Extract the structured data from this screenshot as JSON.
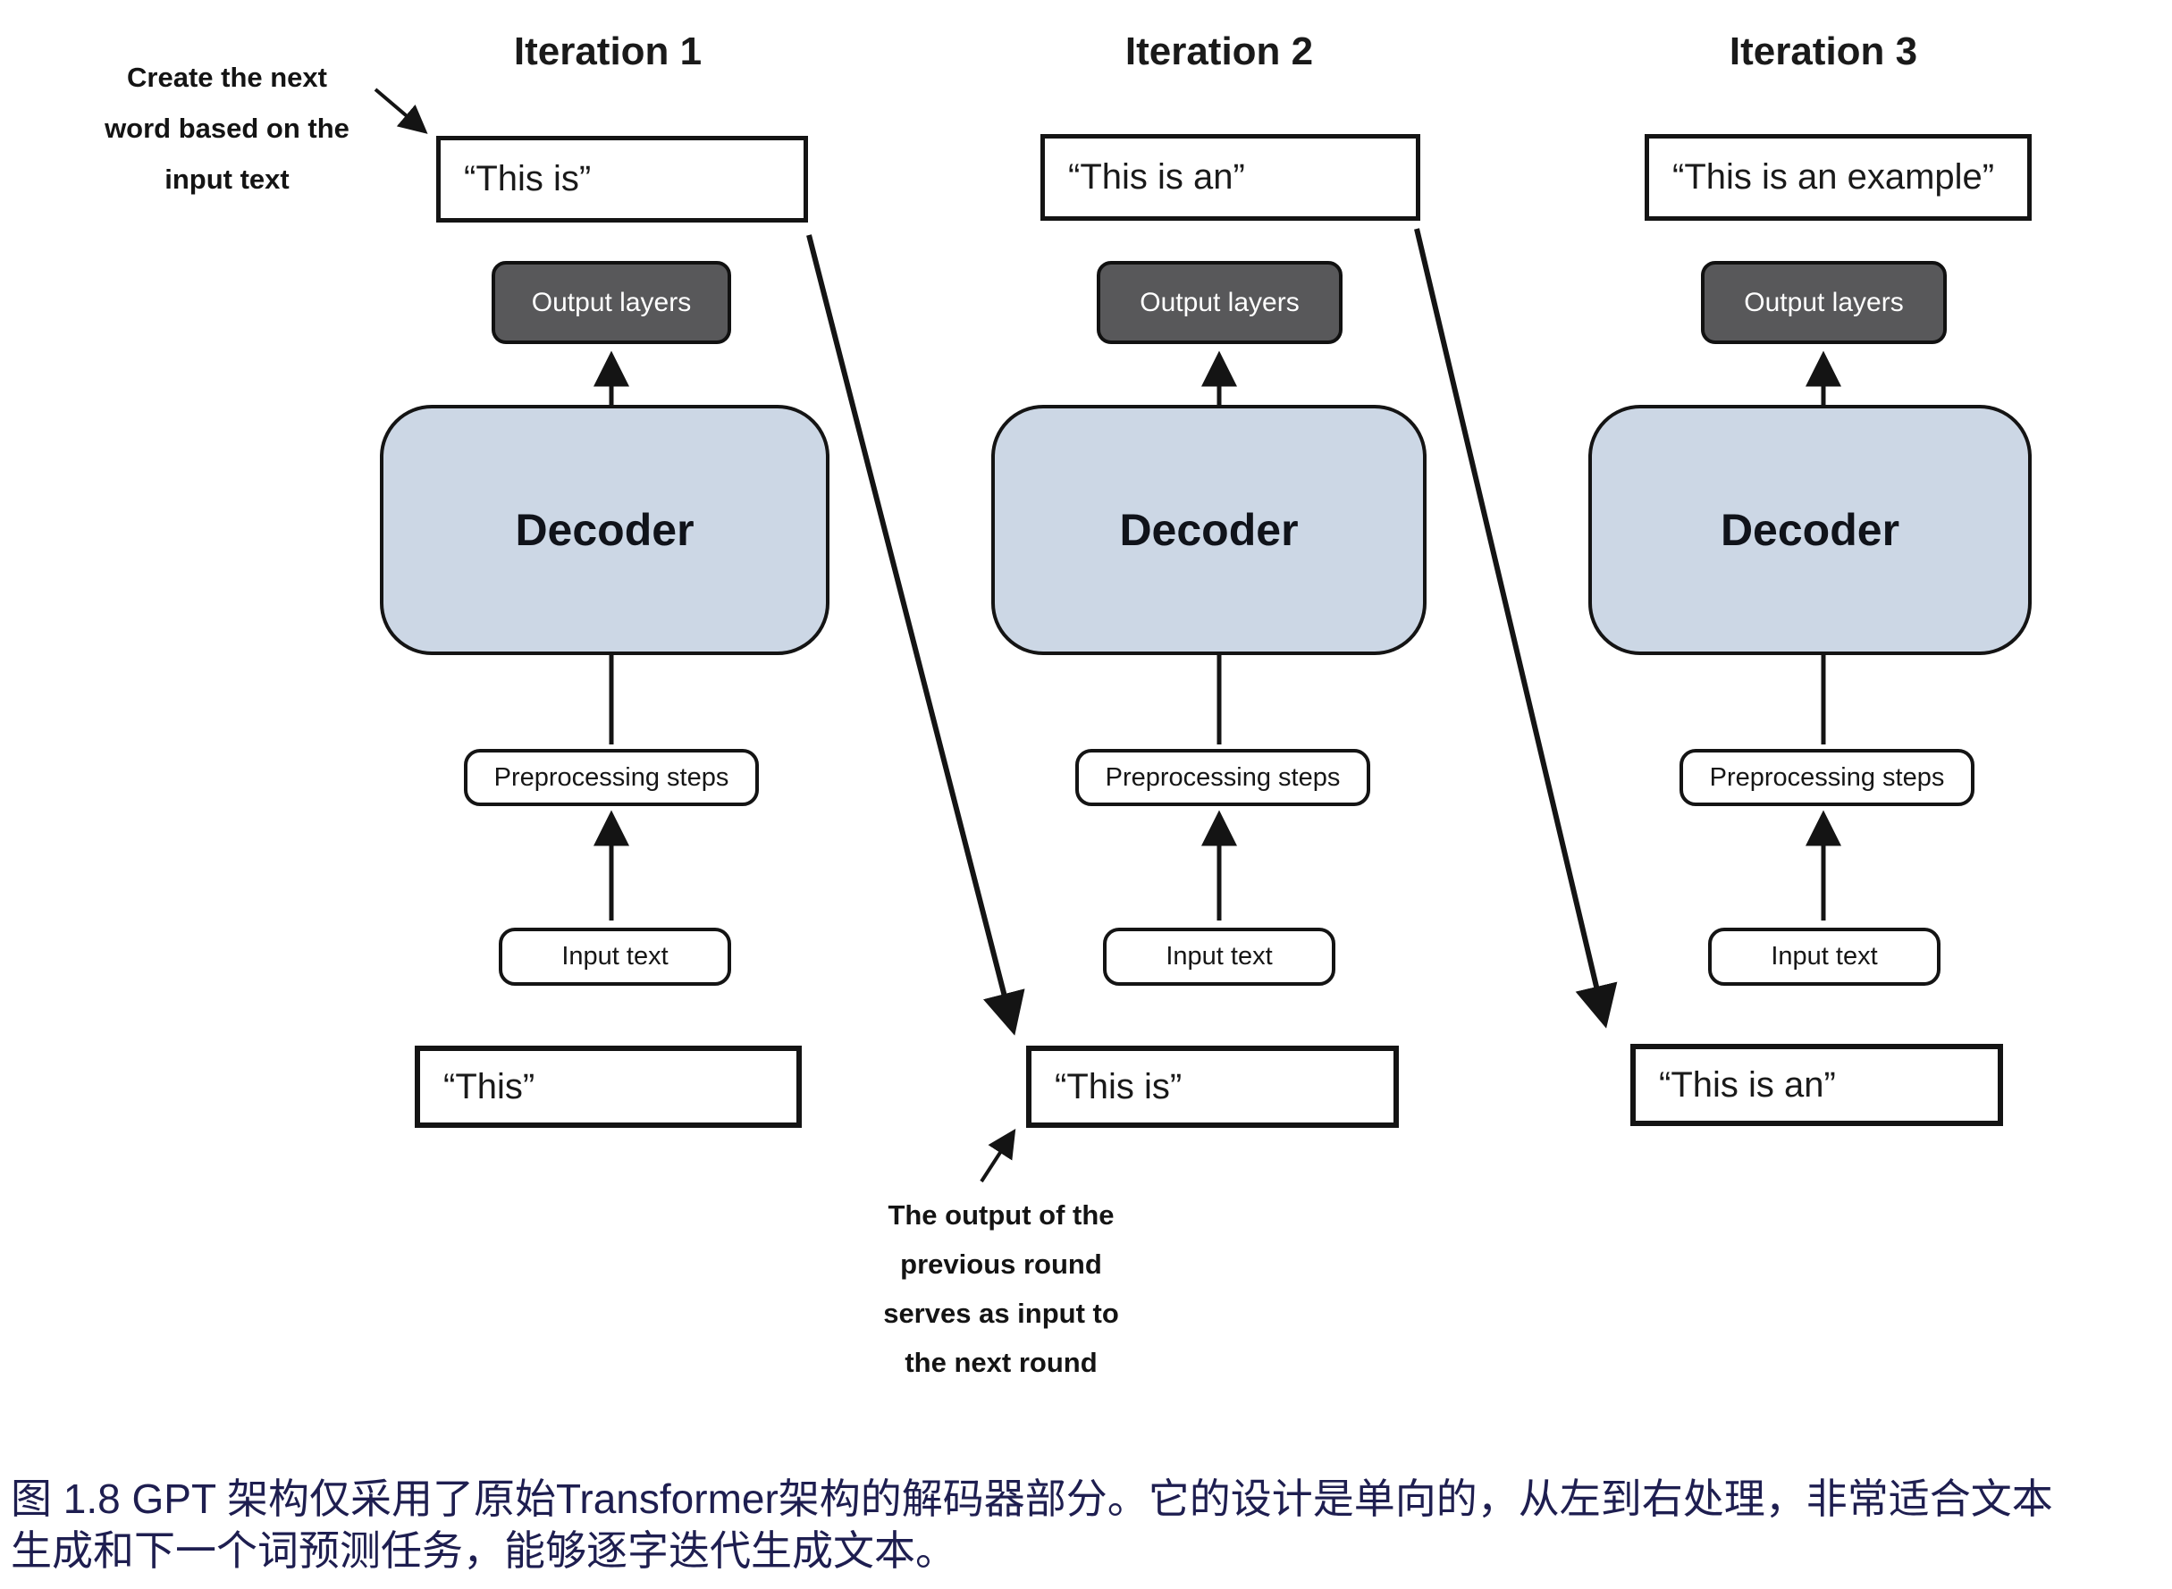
{
  "figure": {
    "columns": [
      {
        "title": "Iteration 1",
        "generated_text": "“This is”",
        "output_layers_label": "Output layers",
        "decoder_label": "Decoder",
        "preprocessing_label": "Preprocessing steps",
        "input_box_label": "Input text",
        "previous_text": "“This”"
      },
      {
        "title": "Iteration 2",
        "generated_text": "“This is an”",
        "output_layers_label": "Output layers",
        "decoder_label": "Decoder",
        "preprocessing_label": "Preprocessing steps",
        "input_box_label": "Input text",
        "previous_text": "“This is”"
      },
      {
        "title": "Iteration 3",
        "generated_text": "“This is an example”",
        "output_layers_label": "Output layers",
        "decoder_label": "Decoder",
        "preprocessing_label": "Preprocessing steps",
        "input_box_label": "Input text",
        "previous_text": "“This is an”"
      }
    ],
    "annotations": {
      "create_next": {
        "lines": [
          "Create the next",
          "word based on the",
          "input text"
        ]
      },
      "output_feedback": {
        "lines": [
          "The output of the",
          "previous round",
          "serves as input to",
          "the next round"
        ]
      }
    }
  },
  "caption": {
    "lines": [
      "图 1.8  GPT 架构仅采用了原始Transformer架构的解码器部分。它的设计是单向的，从左到右处理，非常适合文本",
      "生成和下一个词预测任务，能够逐字迭代生成文本。"
    ],
    "color": "#1e1e50"
  },
  "colors": {
    "background": "#ffffff",
    "decoder_fill": "#ccd7e5",
    "output_layers_fill": "#58585a",
    "line": "#141414",
    "caption_text": "#1e1e50"
  }
}
